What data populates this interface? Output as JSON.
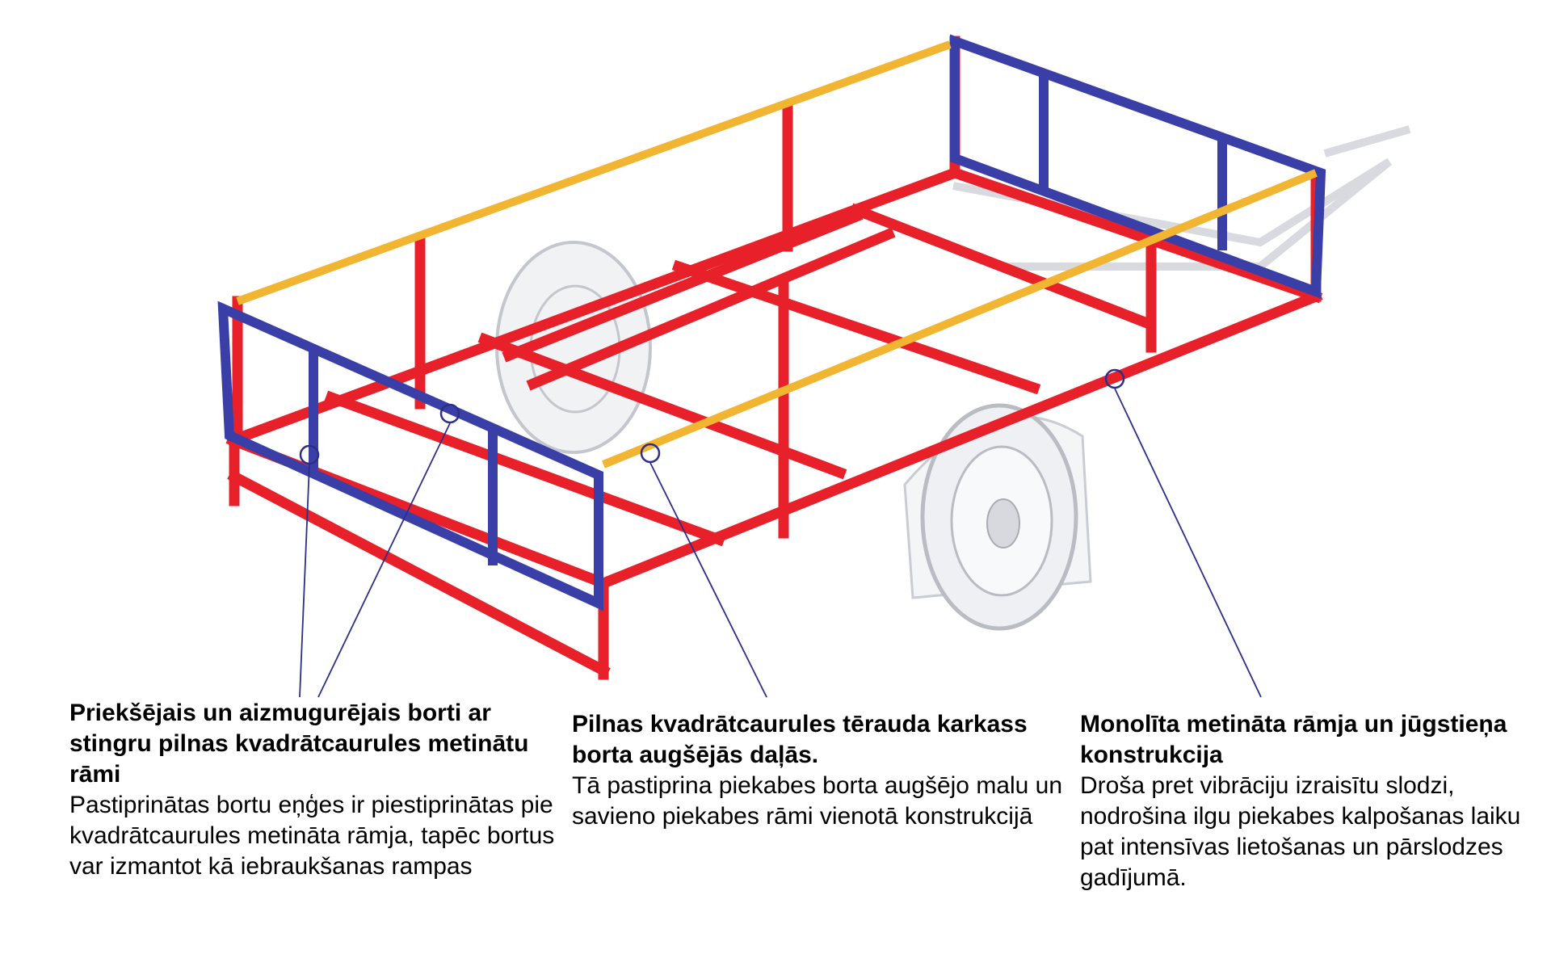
{
  "colors": {
    "frame_red": "#e8202a",
    "panel_blue": "#3a3fa8",
    "rail_yellow": "#f2b531",
    "leader_line": "#2b2f8a",
    "wheel_grey": "#c9ccd2"
  },
  "callouts": [
    {
      "title": "Priekšējais un aizmugurējais borti ar stingru pilnas kvadrātcaurules metinātu rāmi",
      "body": "Pastiprinātas bortu eņģes ir piestiprinātas pie kvadrātcaurules metināta rāmja, tapēc bortus var izmantot kā iebraukšanas rampas"
    },
    {
      "title": "Pilnas kvadrātcaurules tērauda karkass borta augšējās daļās.",
      "body": "Tā pastiprina piekabes borta augšējo malu un savieno piekabes rāmi vienotā konstrukcijā"
    },
    {
      "title": "Monolīta metināta rāmja un jūgstieņa konstrukcija",
      "body": "Droša pret vibrāciju izraisītu slodzi, nodrošina ilgu piekabes kalpošanas laiku pat intensīvas lietošanas un pārslodzes gadījumā."
    }
  ]
}
